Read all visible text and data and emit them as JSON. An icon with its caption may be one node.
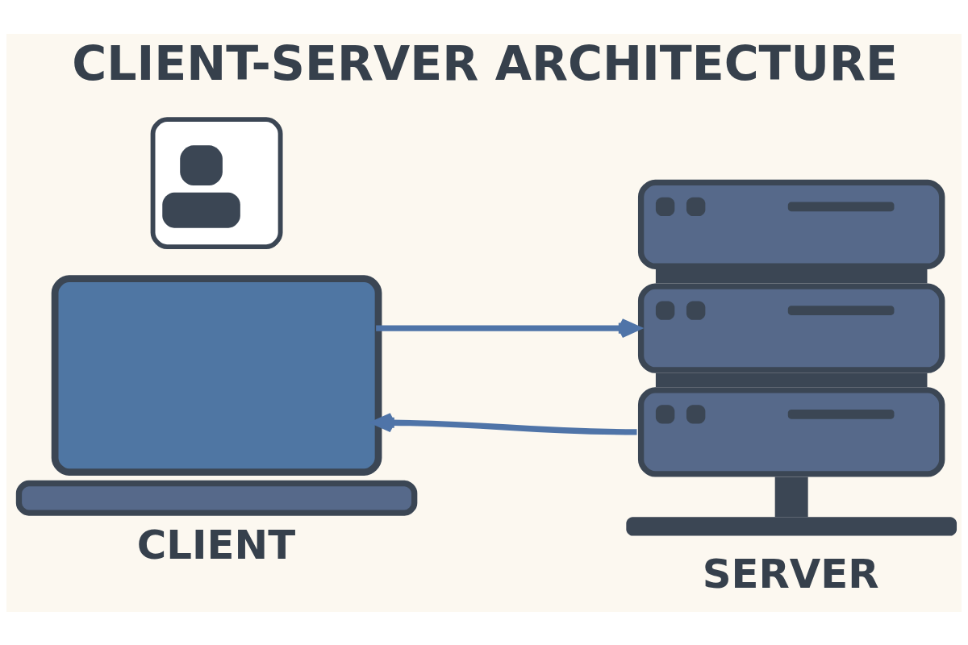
{
  "diagram": {
    "title": "CLIENT-SERVER ARCHITECTURE",
    "nodes": [
      {
        "text": [
          "CLIENT"
        ]
      },
      {
        "text": [
          "SERVER"
        ]
      }
    ],
    "edges": [
      {
        "from": 0,
        "to": 1,
        "arrow": "to"
      },
      {
        "from": 1,
        "to": 0,
        "arrow": "to"
      }
    ]
  }
}
